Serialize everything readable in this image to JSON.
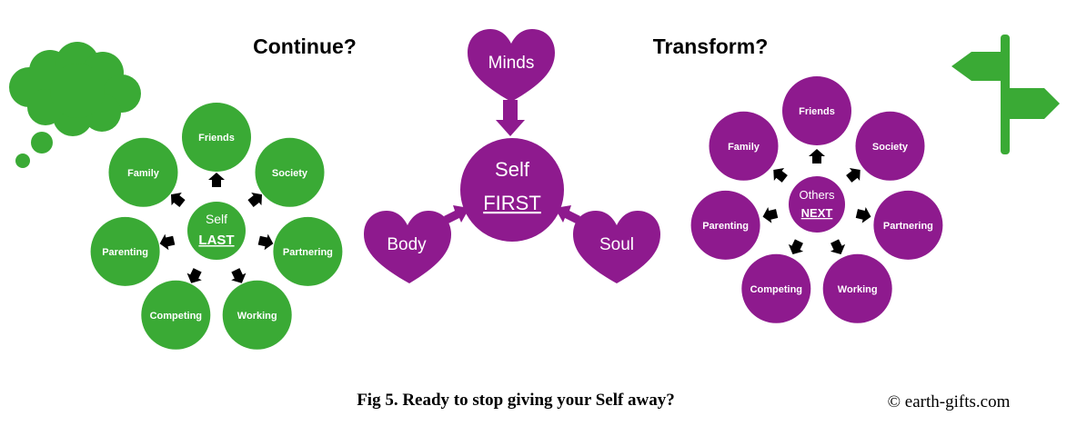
{
  "headings": {
    "left": "Continue?",
    "right": "Transform?"
  },
  "colors": {
    "green": "#3aaa35",
    "purple": "#8e1a8e",
    "black": "#000000"
  },
  "icons": {
    "left": "thought-cloud-icon",
    "right": "signpost-icon"
  },
  "left_cluster": {
    "center": {
      "line1": "Self",
      "line2": "LAST"
    },
    "nodes": [
      "Friends",
      "Society",
      "Partnering",
      "Working",
      "Competing",
      "Parenting",
      "Family"
    ]
  },
  "middle": {
    "center": {
      "line1": "Self",
      "line2": "FIRST"
    },
    "hearts": [
      "Minds",
      "Body",
      "Soul"
    ]
  },
  "right_cluster": {
    "center": {
      "line1": "Others",
      "line2": "NEXT"
    },
    "nodes": [
      "Friends",
      "Society",
      "Partnering",
      "Working",
      "Competing",
      "Parenting",
      "Family"
    ]
  },
  "caption": "Fig 5. Ready to stop giving your Self away?",
  "copyright": "© earth-gifts.com"
}
